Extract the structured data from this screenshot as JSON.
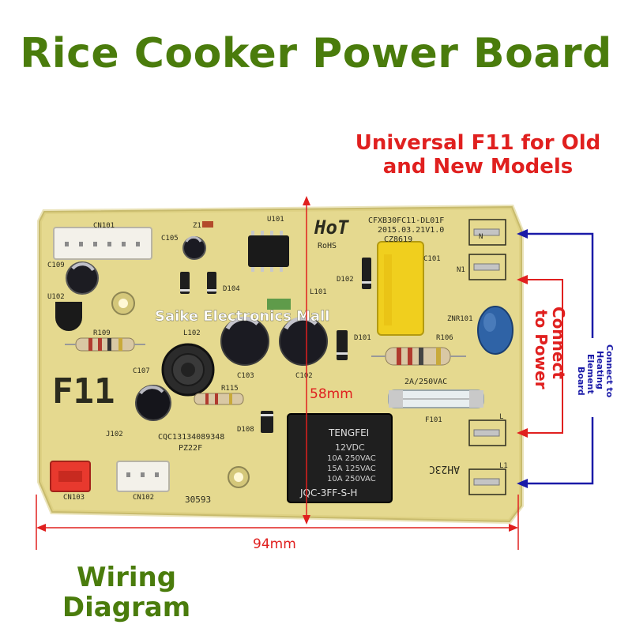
{
  "title": "Rice Cooker Power Board",
  "subtitle_line1": "Universal F11 for Old",
  "subtitle_line2": "and New Models",
  "watermark": "Saike Electronics Mall",
  "dimension_height": "58mm",
  "dimension_width": "94mm",
  "connect_power_line1": "Connect",
  "connect_power_line2": "to Power",
  "connect_heating_line1": "Connect to",
  "connect_heating_line2": "Heating",
  "connect_heating_line3": "Element",
  "connect_heating_line4": "Board",
  "wiring_line1": "Wiring",
  "wiring_line2": "Diagram",
  "board": {
    "model_big": "F11",
    "brand": "HoT",
    "rohs": "RoHS",
    "part_no": "CFXB30FC11-DL01F",
    "date": "2015.03.21V1.0",
    "cert": "CZ8619",
    "serial": "CQC13134089348",
    "pz": "PZ22F",
    "num": "30593",
    "ah": "AH23C",
    "fuse_rating": "2A/250VAC",
    "relay_brand": "TENGFEI",
    "relay_line1": "12VDC",
    "relay_line2": "10A 250VAC",
    "relay_line3": "15A 125VAC",
    "relay_line4": "10A 250VAC",
    "relay_model": "JQC-3FF-S-H",
    "refs": {
      "cn101": "CN101",
      "u101": "U101",
      "z1": "Z1",
      "c105": "C105",
      "c109": "C109",
      "u102": "U102",
      "r109": "R109",
      "l102": "L102",
      "c107": "C107",
      "r115": "R115",
      "j102": "J102",
      "c103": "C103",
      "c102": "C102",
      "d104": "D104",
      "l101": "L101",
      "d102": "D102",
      "c101": "C101",
      "d101": "D101",
      "r106": "R106",
      "znr101": "ZNR101",
      "f101": "F101",
      "d108": "D108",
      "cn103": "CN103",
      "cn102": "CN102",
      "n": "N",
      "n1": "N1",
      "l": "L",
      "l1": "L1"
    }
  }
}
